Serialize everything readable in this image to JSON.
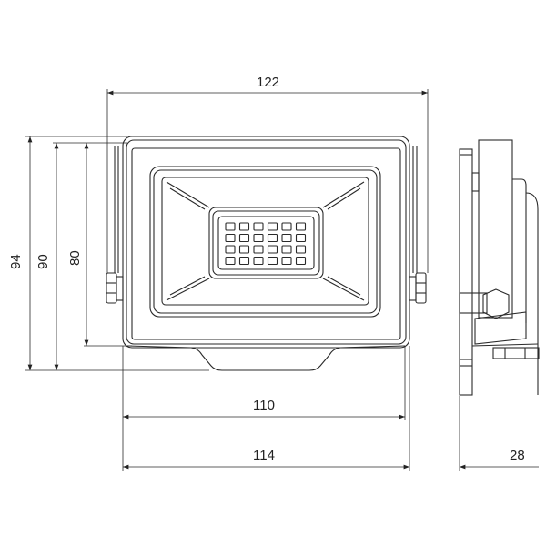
{
  "drawing": {
    "dimensions": {
      "top_width": "122",
      "height_total": "94",
      "height_mid": "90",
      "height_inner": "80",
      "width_inner": "110",
      "width_total": "114",
      "depth": "28"
    },
    "led_grid": {
      "rows": 4,
      "cols": 6
    }
  }
}
